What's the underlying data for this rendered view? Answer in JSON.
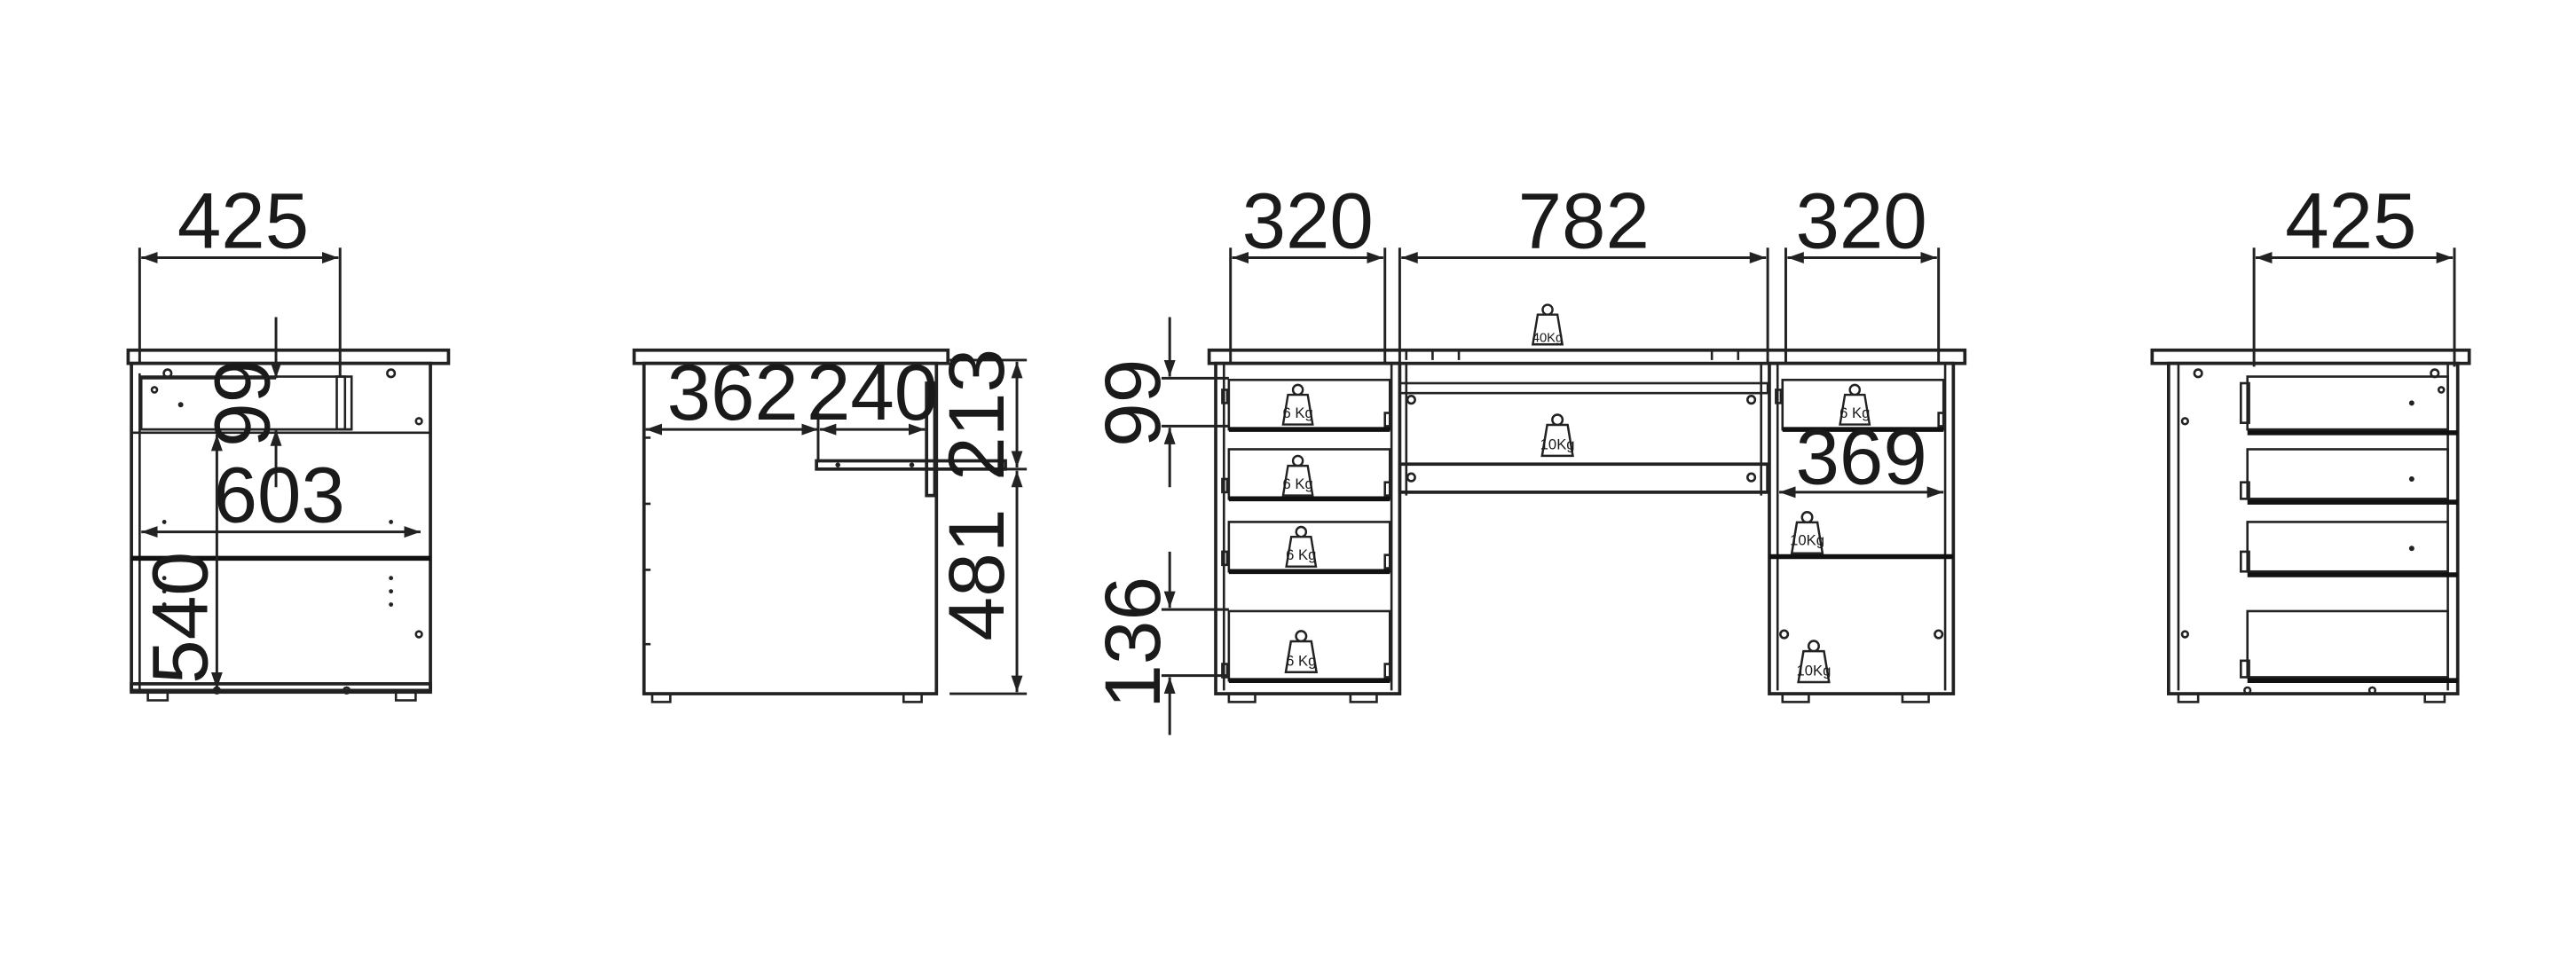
{
  "views": {
    "left_side": {
      "width": "425",
      "drawer_height": "99",
      "depth": "603",
      "height": "540"
    },
    "side_profile": {
      "depth": "362",
      "extension": "240",
      "top_zone": "213",
      "height": "481"
    },
    "front": {
      "left_pedestal": "320",
      "center": "782",
      "right_pedestal": "320",
      "drawer_height": "99",
      "bottom_drawer": "136",
      "inner_width": "369",
      "loads": {
        "top": "40Kg",
        "shelf": "10Kg",
        "drawer1": "6 Kg",
        "drawer2": "6 Kg",
        "drawer3": "6 Kg",
        "drawer4": "6 Kg",
        "right_drawer": "6 Kg",
        "right_shelf": "10Kg",
        "right_bottom": "10Kg"
      }
    },
    "right_side": {
      "width": "425"
    }
  }
}
